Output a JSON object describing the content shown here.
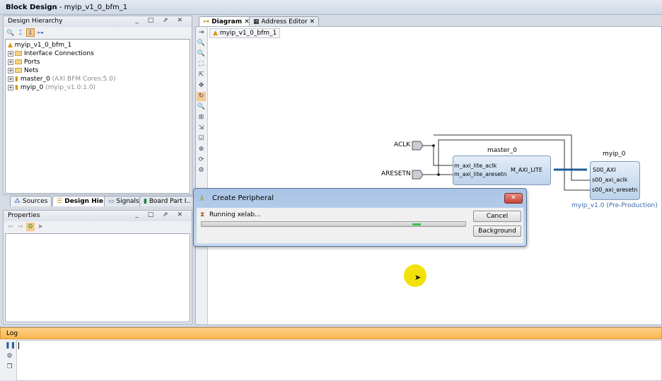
{
  "window": {
    "title": "Block Design",
    "subtitle": "- myip_v1_0_bfm_1"
  },
  "hierarchy": {
    "title": "Design Hierarchy",
    "window_buttons": "_ □ ⇗ ✕",
    "root": "myip_v1_0_bfm_1",
    "items": [
      {
        "label": "Interface Connections",
        "detail": "",
        "icon": "folder-icon"
      },
      {
        "label": "Ports",
        "detail": "",
        "icon": "folder-icon"
      },
      {
        "label": "Nets",
        "detail": "",
        "icon": "folder-icon"
      },
      {
        "label": "master_0",
        "detail": "(AXI BFM Cores:5.0)",
        "icon": "ip-icon"
      },
      {
        "label": "myip_0",
        "detail": "(myip_v1.0:1.0)",
        "icon": "ip-icon"
      }
    ]
  },
  "left_tabs": [
    {
      "label": "Sources"
    },
    {
      "label": "Design Hie.."
    },
    {
      "label": "Signals"
    },
    {
      "label": "Board Part I.."
    }
  ],
  "properties": {
    "title": "Properties",
    "window_buttons": "_ □ ⇗ ✕"
  },
  "editor_tabs": [
    {
      "label": "Diagram",
      "close": "✕"
    },
    {
      "label": "Address Editor",
      "close": "✕"
    }
  ],
  "breadcrumb": "myip_v1_0_bfm_1",
  "diagram": {
    "ports": [
      "ACLK",
      "ARESETN"
    ],
    "master": {
      "name": "master_0",
      "pins": [
        "m_axi_lite_aclk",
        "m_axi_lite_aresetn"
      ],
      "out": "M_AXI_LITE"
    },
    "slave": {
      "name": "myip_0",
      "pins": [
        "S00_AXI",
        "s00_axi_aclk",
        "s00_axi_aresetn"
      ],
      "caption": "myip_v1.0 (Pre-Production)"
    }
  },
  "dialog": {
    "title": "Create Peripheral",
    "status": "Running xelab...",
    "cancel": "Cancel",
    "background": "Background",
    "close": "✕"
  },
  "log": {
    "title": "Log"
  },
  "colors": {
    "log_header": "#f9b64e",
    "accent": "#1f5a96",
    "dialog_close": "#c9453a"
  }
}
